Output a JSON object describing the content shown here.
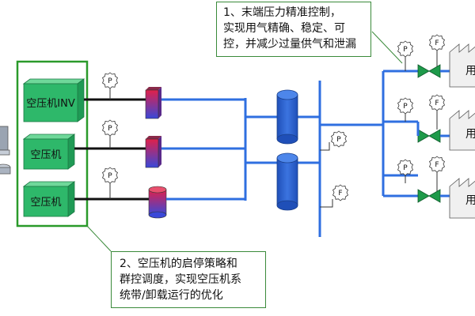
{
  "callouts": {
    "top": {
      "lines": [
        "1、末端压力精准控制，",
        "实现用气精确、稳定、可",
        "控，并减少过量供气和泄漏"
      ]
    },
    "bottom": {
      "lines": [
        "2、空压机的启停策略和",
        "群控调度，实现空压机系",
        "统带/卸载运行的优化"
      ]
    }
  },
  "compressors": [
    {
      "label": "空压机INV"
    },
    {
      "label": "空压机"
    },
    {
      "label": "空压机"
    }
  ],
  "gauges": {
    "pressure_letter": "P",
    "flow_letter": "F"
  },
  "users": [
    {
      "label": "用"
    },
    {
      "label": "用"
    },
    {
      "label": "用"
    }
  ],
  "colors": {
    "pipe": "#2f6fe0",
    "compressor_fill": "#2eb86a",
    "group_border": "#2a9a2a",
    "valve": "#1e9a4a",
    "tank": "#2c5fc8"
  }
}
